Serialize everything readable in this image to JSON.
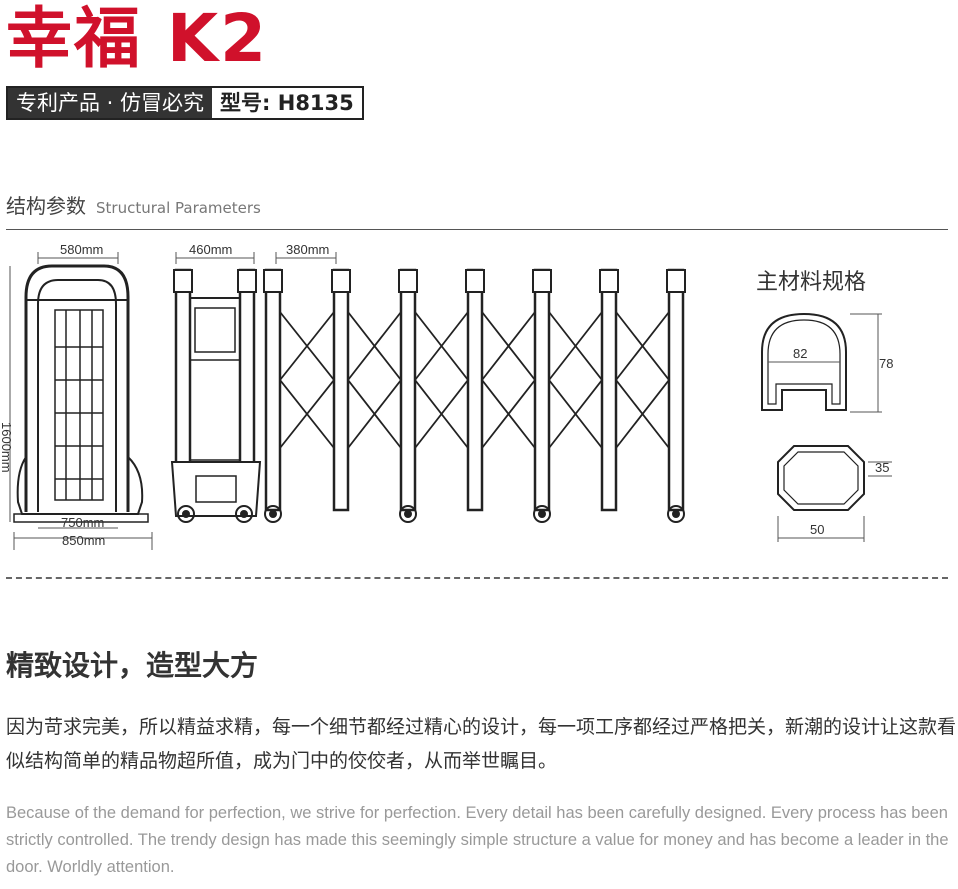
{
  "header": {
    "brand_title": "幸福 K2",
    "tagline_left": "专利产品 · 仿冒必究",
    "tagline_right": "型号: H8135"
  },
  "section": {
    "title_zh": "结构参数",
    "title_en": "Structural Parameters"
  },
  "dimensions": {
    "d580": "580mm",
    "d460": "460mm",
    "d380": "380mm",
    "d750": "750mm",
    "d850": "850mm",
    "d1600": "1600mm"
  },
  "materials": {
    "title": "主材料规格",
    "profile1_width": "82",
    "profile1_height": "78",
    "profile2_width": "50",
    "profile2_height": "35"
  },
  "feature": {
    "headline": "精致设计，造型大方",
    "body_zh": "因为苛求完美，所以精益求精，每一个细节都经过精心的设计，每一项工序都经过严格把关，新潮的设计让这款看似结构简单的精品物超所值，成为门中的佼佼者，从而举世瞩目。",
    "body_en": "Because of the demand for perfection, we strive for perfection. Every detail has been carefully designed. Every process has been strictly controlled. The trendy design has made this seemingly simple structure a value for money and has become a leader in the door. Worldly attention."
  },
  "colors": {
    "brand_red": "#d0112b",
    "tag_bg": "#333333"
  }
}
